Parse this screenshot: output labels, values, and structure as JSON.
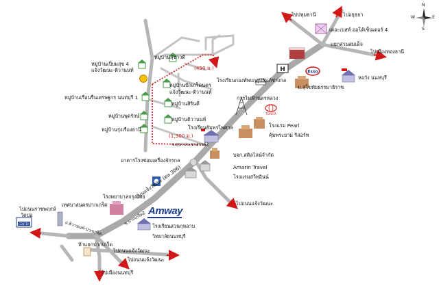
{
  "compass": {
    "n": "N",
    "s": "S",
    "e": "E",
    "w": "W"
  },
  "colors": {
    "road": "#a9a9a9",
    "soi": "#bdbdbd",
    "route_dot": "#d01818",
    "arrow": "#d01818",
    "amway": "#1b3d8f"
  },
  "labels": {
    "to_pathumthani": "ไปปทุมธานี",
    "to_ayutthaya": "ไปอยุธยา",
    "the_bay_space": "เดอะเบสท์ ออโต้เซ็นเตอร์ 4",
    "suan_somdet_junction": "แยกสวนสมเด็จ",
    "to_muang_thong": "ไปเมืองทองธานี",
    "village_pueang_suk": "หมู่บ้านเปี่ยมสุข 4",
    "chaeng_watthana_tiwanon_1": "แจ้งวัฒนะ-ติวานนท์",
    "village_suchawadee": "หมู่บ้านสุชาวดี",
    "dist_490": "(490 ม.)",
    "village_pakkret_nakhon": "หมู่บ้านปักเกร็ดนคร",
    "chaeng_watthana_tiwanon_2": "แจ้งวัฒนะ-ติวานนท์",
    "village_ruenrudee": "หมู่บ้านเรือนรื่นเศรษฐกร นนทบุรี 1",
    "village_sirin": "หมู่บ้านสิรินดี",
    "village_patchara": "หมู่บ้านพุดรักษ์",
    "village_tiwanon": "หมู่บ้านติวานนท์",
    "village_rungruang": "หมู่บ้านรุ่งเรืองธานี",
    "dist_1300": "(1,300 ม.)",
    "soi_label": "ซ.สุขาประชาสรรค์2",
    "rathaburi_school": "โรงเรียนธัมพรไพศาล",
    "pathumtanee_school": "โรงเรียนกองทัพบกอุปถัมภ์ช่างกล",
    "power_authority": "การไฟฟ้านครหลวง",
    "honda_icon": "H",
    "esso": "Esso",
    "mahachon_university": "ม.สุโขทัยธรรมาธิราช",
    "horwang_nonthaburi": "หอวัง นนทบุรี",
    "pearl_hotel": "โรงแรม Pearl",
    "toyota_label": "TOYOTA",
    "khum_phraya_resort": "คุ้มพระยาม รีสอร์ท",
    "aircraft_repair": "อาคารโรงซ่อมเครื่องจักรกล",
    "ht_transport": "บจก.สติลไลน์จำกัด",
    "amarin_travel": "Amarin Travel",
    "hotel_sawaddee": "โรงแรมสวีทอินน์",
    "chaeng_road": "ถนนแจ้งวัฒนะ (ทล.306)",
    "to_nonthaburi_port": "ไปถนนราชพฤกษ์",
    "wat_bo": "วัดบ่อ",
    "pakkret_municipality": "เทศบาลนครปากเกร็ด",
    "pakkret_hospital": "โรงพยาบาลกรุงไทย",
    "soi_bt_pakkret": "ถ.ติวานนท์-ปากเกร็ด",
    "amway": "Amway",
    "soi_pakkret_2": "ซ.ปากเกร็ด2",
    "to_chaeng_watthana_1": "ไปถนนแจ้งวัฒนะ",
    "suan_kulab_school": "โรงเรียนสวนกุหลาบ",
    "suan_kulab_school_2": "วิทยาลัยนนทบุรี",
    "pakkret_junction": "ห้าแยกปากเกร็ด",
    "to_chaeng_watthana_2": "ไปถนนแจ้งวัฒนะ",
    "to_chaeng_watthana_3": "ไปถนนแจ้งวัฒนะ",
    "to_nonthaburi_city": "ไปเมืองนนทบุรี",
    "building_label": "CENTER"
  }
}
